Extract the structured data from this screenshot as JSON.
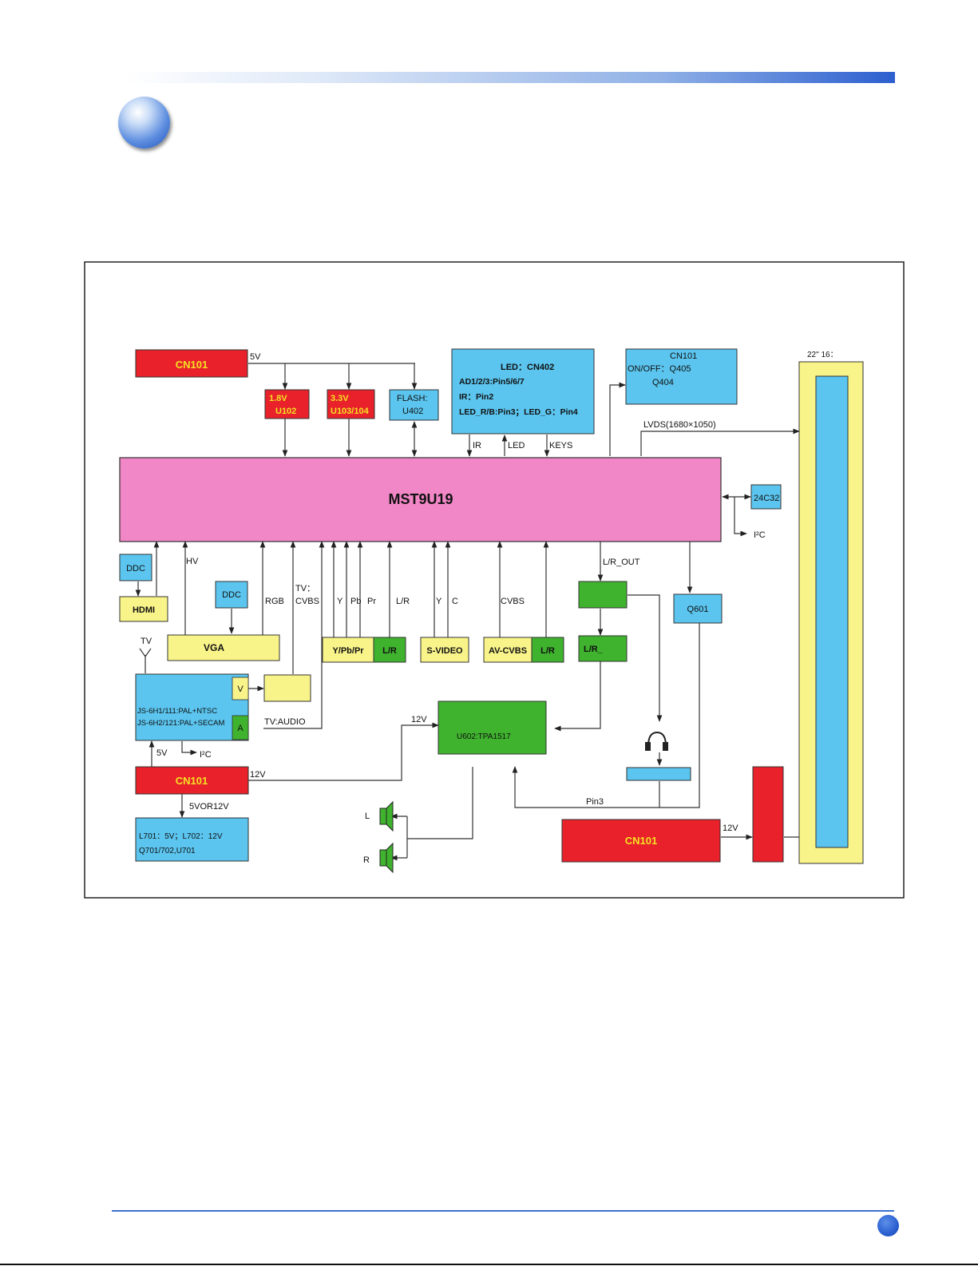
{
  "diagram": {
    "boxes": {
      "cn101_top": "CN101",
      "reg_18": [
        "1.8V",
        "U102"
      ],
      "reg_33": [
        "3.3V",
        "U103/104"
      ],
      "flash": [
        "FLASH:",
        "U402"
      ],
      "led_box": [
        "LED：CN402",
        "AD1/2/3:Pin5/6/7",
        "IR：Pin2",
        "LED_R/B:Pin3；LED_G：Pin4"
      ],
      "cn101_onoff": [
        "CN101",
        "ON/OFF：Q405",
        "Q404"
      ],
      "panel_label": "22\" 16：",
      "mst": "MST9U19",
      "eeprom": "24C32",
      "ddc_hdmi": "DDC",
      "hdmi": "HDMI",
      "ddc_vga": "DDC",
      "vga": "VGA",
      "ypbpr": "Y/Pb/Pr",
      "lr1": "L/R",
      "svideo": "S-VIDEO",
      "avcvbs": "AV-CVBS",
      "lr2": "L/R",
      "lr_out_box": "",
      "lr_under": "L/R_",
      "q601": "Q601",
      "tuner": [
        "JS-6H1/111:PAL+NTSC",
        "JS-6H2/121:PAL+SECAM"
      ],
      "tuner_v": "V",
      "tuner_a": "A",
      "amp": "U602:TPA1517",
      "cn101_bottom": "CN101",
      "power_box": [
        "L701：5V；L702：12V",
        "Q701/702,U701"
      ],
      "cn101_right": "CN101"
    },
    "labels": {
      "v5_top": "5V",
      "ir": "IR",
      "led": "LED",
      "keys": "KEYS",
      "lvds": "LVDS(1680×1050)",
      "i2c_right": "I²C",
      "hv": "HV",
      "rgb": "RGB",
      "tv_cvbs": [
        "TV：",
        "CVBS"
      ],
      "y": "Y",
      "pb": "Pb",
      "pr": "Pr",
      "lr_a": "L/R",
      "y2": "Y",
      "c": "C",
      "cvbs": "CVBS",
      "lr_out": "L/R_OUT",
      "tv_ant": "TV",
      "tv_audio": "TV:AUDIO",
      "v12_amp": "12V",
      "v5_tuner": "5V",
      "i2c_tuner": "I²C",
      "v12_cn": "12V",
      "v5or12": "5VOR12V",
      "pin3": "Pin3",
      "v12_right": "12V",
      "spk_l": "L",
      "spk_r": "R"
    }
  },
  "colors": {
    "red": "#e8212a",
    "red_text": "#f4e224",
    "yellow": "#f9f48a",
    "blue": "#5bc5ef",
    "green": "#3fb22e",
    "magenta": "#f287c7"
  }
}
